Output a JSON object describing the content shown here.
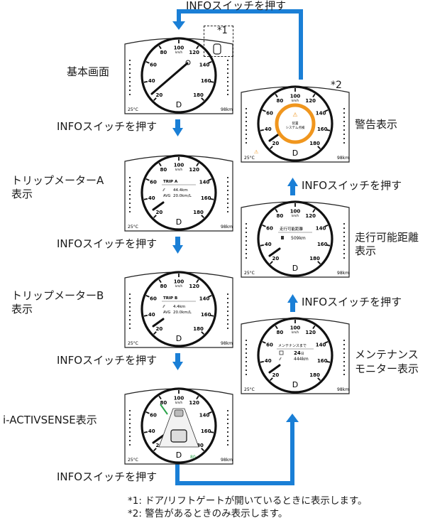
{
  "colors": {
    "arrow": "#1a7fd6",
    "warning_ring": "#f0961e",
    "needle": "#111111"
  },
  "top_label": "INFOスイッチを押す",
  "note_mark1": "*1",
  "note_mark2": "*2",
  "screens": {
    "basic": {
      "label": "基本画面",
      "speed_ticks": [
        "20",
        "40",
        "60",
        "80",
        "100",
        "120",
        "140",
        "160",
        "180"
      ],
      "unit": "km/h",
      "temp": "25°C",
      "odo": "98km",
      "gear": "D"
    },
    "tripA": {
      "label_line1": "トリップメーターA",
      "label_line2": "表示",
      "title": "TRIP A",
      "dist": "44.4km",
      "avg_label": "AVG",
      "avg": "20.0km/L",
      "gear": "D",
      "temp": "25°C",
      "odo": "98km"
    },
    "tripB": {
      "label_line1": "トリップメーターB",
      "label_line2": "表示",
      "title": "TRIP B",
      "dist": "4.4km",
      "avg_label": "AVG",
      "avg": "20.0km/L",
      "gear": "D",
      "temp": "25°C",
      "odo": "98km"
    },
    "iact": {
      "label": "i-ACTIVSENSE表示",
      "gear": "D",
      "temp": "25°C",
      "odo": "98km",
      "set_speed": "80"
    },
    "warning": {
      "label": "警告表示",
      "msg1": "装置",
      "msg2": "システム点検",
      "gear": "D",
      "temp": "25°C",
      "odo": "98km"
    },
    "range": {
      "label_line1": "走行可能距離",
      "label_line2": "表示",
      "title": "走行可能距離",
      "value": "509km",
      "gear": "D",
      "temp": "25°C",
      "odo": "98km"
    },
    "maint": {
      "label_line1": "メンテナンス",
      "label_line2": "モニター表示",
      "title": "メンテナンスまで",
      "days": "24",
      "days_unit": "日",
      "dist": "444km",
      "gear": "D",
      "temp": "25°C",
      "odo": "98km"
    }
  },
  "steps": {
    "s1": "INFOスイッチを押す",
    "s2": "INFOスイッチを押す",
    "s3": "INFOスイッチを押す",
    "s4": "INFOスイッチを押す",
    "s5": "INFOスイッチを押す",
    "s6": "INFOスイッチを押す",
    "s7": "INFOスイッチを押す"
  },
  "footnotes": {
    "f1": "*1: ドア/リフトゲートが開いているときに表示します。",
    "f2": "*2: 警告があるときのみ表示します。"
  }
}
